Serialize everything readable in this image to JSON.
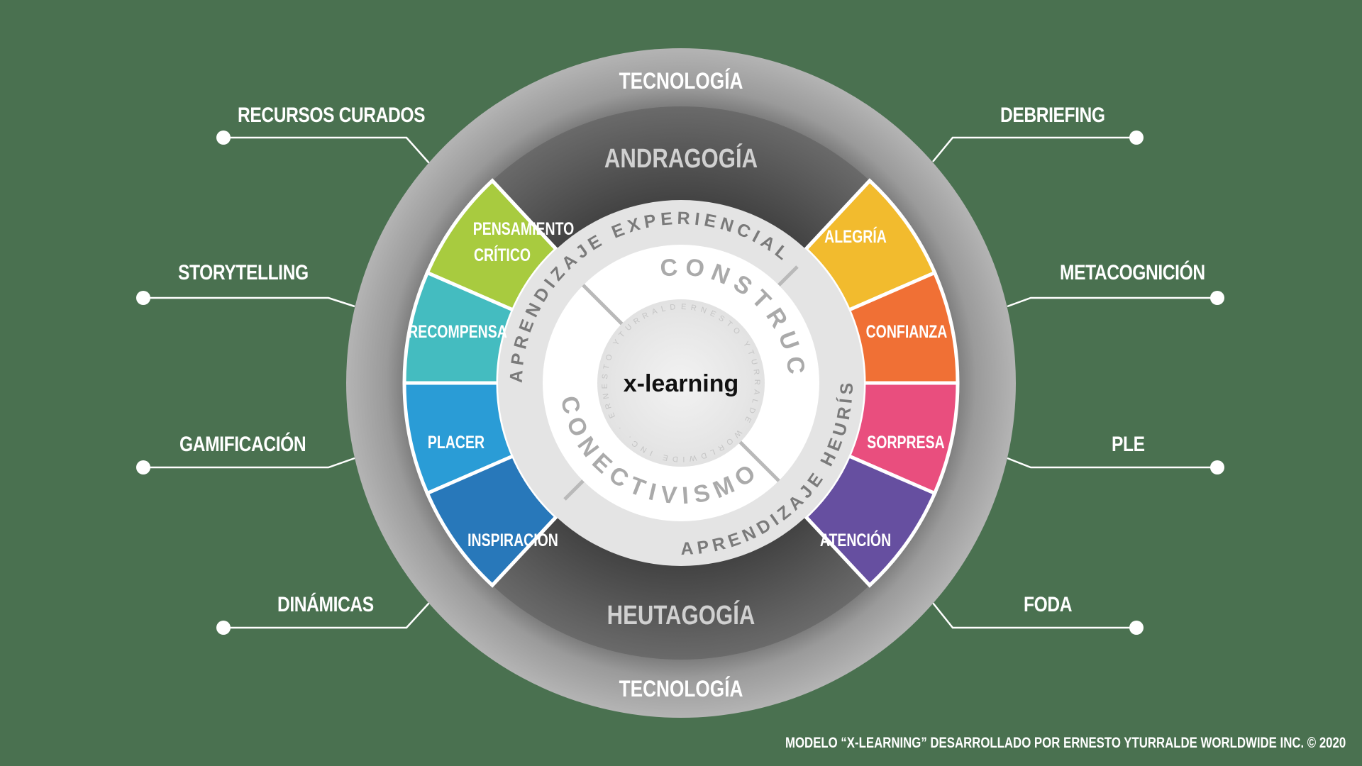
{
  "title": "x-learning",
  "center_ring_text": "ERNESTO YTURRALDE WORLDWIDE INC. · ERNESTO YTURRALDE WORLDWIDE INC. ·",
  "outer_ring": {
    "top": "TECNOLOGÍA",
    "bottom": "TECNOLOGÍA"
  },
  "dark_ring": {
    "top": "ANDRAGOGÍA",
    "bottom": "HEUTAGOGÍA"
  },
  "inner_white_ring": {
    "top_right": "CONSTRUCTIVISMO",
    "bottom_left": "CONECTIVISMO"
  },
  "inner_gray_ring": {
    "top_left": "APRENDIZAJE EXPERIENCIAL",
    "bottom_right": "APRENDIZAJE HEURÍSTICO"
  },
  "segments": [
    {
      "label": "PENSAMIENTO",
      "label2": "CRÍTICO",
      "color": "#a8cb3f"
    },
    {
      "label": "RECOMPENSA",
      "label2": "",
      "color": "#44bcc0"
    },
    {
      "label": "PLACER",
      "label2": "",
      "color": "#2a9cd6"
    },
    {
      "label": "INSPIRACIÓN",
      "label2": "",
      "color": "#2878ba"
    },
    {
      "label": "ALEGRÍA",
      "label2": "",
      "color": "#f2bb2e"
    },
    {
      "label": "CONFIANZA",
      "label2": "",
      "color": "#f07035"
    },
    {
      "label": "SORPRESA",
      "label2": "",
      "color": "#e94e7e"
    },
    {
      "label": "ATENCIÓN",
      "label2": "",
      "color": "#664fa0"
    }
  ],
  "left_labels": [
    {
      "label": "RECURSOS CURADOS"
    },
    {
      "label": "STORYTELLING"
    },
    {
      "label": "GAMIFICACIÓN"
    },
    {
      "label": "DINÁMICAS"
    }
  ],
  "right_labels": [
    {
      "label": "DEBRIEFING"
    },
    {
      "label": "METACOGNICIÓN"
    },
    {
      "label": "PLE"
    },
    {
      "label": "FODA"
    }
  ],
  "footer": "MODELO “X-LEARNING” DESARROLLADO POR ERNESTO YTURRALDE WORLDWIDE INC. ©  2020",
  "colors": {
    "background": "#4a7150",
    "outer_ring": "#a8a8a8",
    "dark_ring": "#5a5a5a",
    "inner_gray_ring": "#e4e4e4",
    "inner_white_ring": "#ffffff",
    "center": "#e9e9e9"
  }
}
